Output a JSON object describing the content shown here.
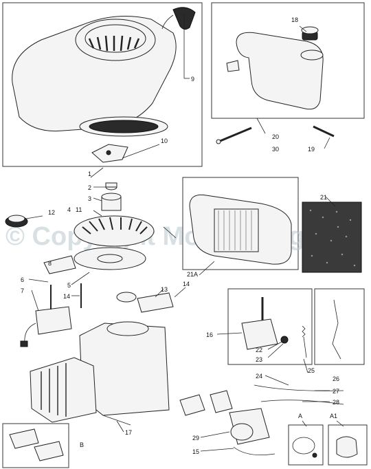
{
  "watermark": "© Copyright Mower Magic",
  "callouts": {
    "c1": "1",
    "c2": "2",
    "c3": "3",
    "c4": "4",
    "c11": "11",
    "c5": "5",
    "c6": "6",
    "c7": "7",
    "c8": "8",
    "c9": "9",
    "c10": "10",
    "c12": "12",
    "c13": "13",
    "c14a": "14",
    "c14b": "14",
    "c15": "15",
    "c16": "16",
    "c17": "17",
    "c18": "18",
    "c19": "19",
    "c20": "20",
    "c21": "21",
    "c21a": "21A",
    "c22": "22",
    "c23": "23",
    "c24": "24",
    "c25": "25",
    "c26": "26",
    "c27": "27",
    "c28": "28",
    "c29": "29",
    "c30": "30",
    "cA": "A",
    "cA1": "A1",
    "cB": "B"
  }
}
